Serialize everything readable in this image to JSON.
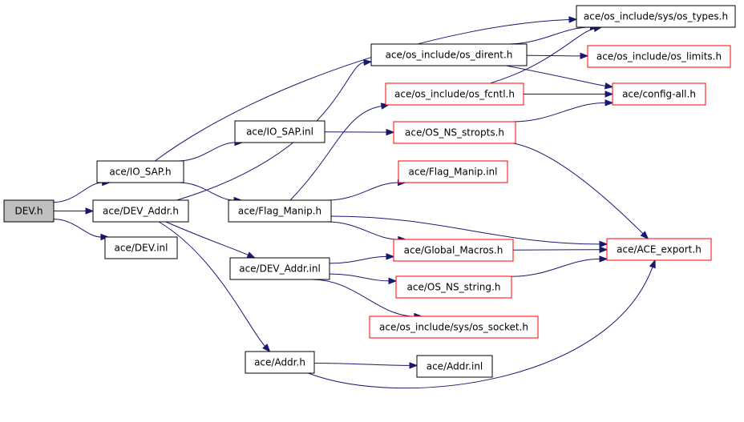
{
  "colors": {
    "edge": "#191970",
    "border_black": "#000000",
    "border_red": "#ff0000",
    "root_fill": "#bfbfbf",
    "fill": "#ffffff"
  },
  "nodes": {
    "dev_h": {
      "label": "DEV.h",
      "border": "black",
      "root": true
    },
    "io_sap_h": {
      "label": "ace/IO_SAP.h",
      "border": "black"
    },
    "dev_addr_h": {
      "label": "ace/DEV_Addr.h",
      "border": "black"
    },
    "dev_inl": {
      "label": "ace/DEV.inl",
      "border": "black"
    },
    "io_sap_inl": {
      "label": "ace/IO_SAP.inl",
      "border": "black"
    },
    "flag_manip_h": {
      "label": "ace/Flag_Manip.h",
      "border": "black"
    },
    "dev_addr_inl": {
      "label": "ace/DEV_Addr.inl",
      "border": "black"
    },
    "addr_h": {
      "label": "ace/Addr.h",
      "border": "black"
    },
    "os_dirent_h": {
      "label": "ace/os_include/os_dirent.h",
      "border": "black"
    },
    "os_fcntl_h": {
      "label": "ace/os_include/os_fcntl.h",
      "border": "red"
    },
    "os_ns_stropts_h": {
      "label": "ace/OS_NS_stropts.h",
      "border": "red"
    },
    "flag_manip_inl": {
      "label": "ace/Flag_Manip.inl",
      "border": "red"
    },
    "global_macros_h": {
      "label": "ace/Global_Macros.h",
      "border": "red"
    },
    "os_ns_string_h": {
      "label": "ace/OS_NS_string.h",
      "border": "red"
    },
    "os_socket_h": {
      "label": "ace/os_include/sys/os_socket.h",
      "border": "red"
    },
    "addr_inl": {
      "label": "ace/Addr.inl",
      "border": "black"
    },
    "os_types_h": {
      "label": "ace/os_include/sys/os_types.h",
      "border": "black"
    },
    "os_limits_h": {
      "label": "ace/os_include/os_limits.h",
      "border": "red"
    },
    "config_all_h": {
      "label": "ace/config-all.h",
      "border": "red"
    },
    "ace_export_h": {
      "label": "ace/ACE_export.h",
      "border": "red"
    }
  },
  "edges": [
    [
      "dev_h",
      "io_sap_h"
    ],
    [
      "dev_h",
      "dev_addr_h"
    ],
    [
      "dev_h",
      "dev_inl"
    ],
    [
      "io_sap_h",
      "os_types_h"
    ],
    [
      "io_sap_h",
      "io_sap_inl"
    ],
    [
      "io_sap_h",
      "flag_manip_h"
    ],
    [
      "dev_addr_h",
      "os_dirent_h"
    ],
    [
      "dev_addr_h",
      "dev_addr_inl"
    ],
    [
      "dev_addr_h",
      "addr_h"
    ],
    [
      "io_sap_inl",
      "os_ns_stropts_h"
    ],
    [
      "flag_manip_h",
      "os_fcntl_h"
    ],
    [
      "flag_manip_h",
      "flag_manip_inl"
    ],
    [
      "flag_manip_h",
      "global_macros_h"
    ],
    [
      "flag_manip_h",
      "ace_export_h"
    ],
    [
      "os_dirent_h",
      "os_types_h"
    ],
    [
      "os_dirent_h",
      "os_limits_h"
    ],
    [
      "os_dirent_h",
      "config_all_h"
    ],
    [
      "os_fcntl_h",
      "os_types_h"
    ],
    [
      "os_fcntl_h",
      "config_all_h"
    ],
    [
      "os_ns_stropts_h",
      "config_all_h"
    ],
    [
      "os_ns_stropts_h",
      "ace_export_h"
    ],
    [
      "dev_addr_inl",
      "global_macros_h"
    ],
    [
      "dev_addr_inl",
      "os_ns_string_h"
    ],
    [
      "dev_addr_inl",
      "os_socket_h"
    ],
    [
      "global_macros_h",
      "ace_export_h"
    ],
    [
      "os_ns_string_h",
      "ace_export_h"
    ],
    [
      "addr_h",
      "addr_inl"
    ],
    [
      "addr_h",
      "ace_export_h"
    ]
  ]
}
